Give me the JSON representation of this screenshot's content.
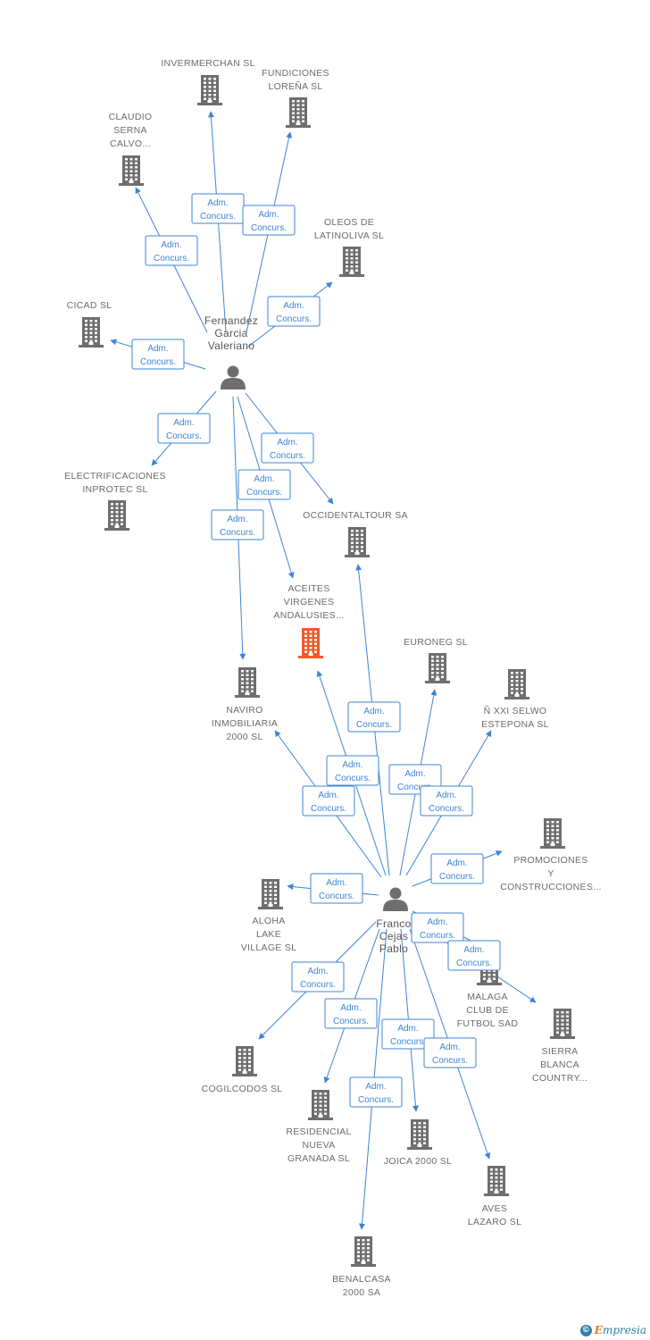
{
  "relation_label": [
    "Adm.",
    "Concurs."
  ],
  "colors": {
    "edge": "#3d84d6",
    "company": "#6e6e6e",
    "highlight": "#f05a28",
    "person": "#6e6e6e"
  },
  "people": [
    {
      "id": "p1",
      "lines": [
        "Fernandez",
        "Garcia",
        "Valeriano"
      ]
    },
    {
      "id": "p2",
      "lines": [
        "Franco",
        "Cejas",
        "Pablo"
      ]
    }
  ],
  "companies": [
    {
      "id": "c_invermerchan",
      "lines": [
        "INVERMERCHAN SL"
      ]
    },
    {
      "id": "c_fundiciones",
      "lines": [
        "FUNDICIONES",
        "LOREÑA SL"
      ]
    },
    {
      "id": "c_claudio",
      "lines": [
        "CLAUDIO",
        "SERNA",
        "CALVO..."
      ]
    },
    {
      "id": "c_oleos",
      "lines": [
        "OLEOS DE",
        "LATINOLIVA SL"
      ]
    },
    {
      "id": "c_cicad",
      "lines": [
        "CICAD SL"
      ]
    },
    {
      "id": "c_electrificaciones",
      "lines": [
        "ELECTRIFICACIONES",
        "INPROTEC SL"
      ]
    },
    {
      "id": "c_occidentaltour",
      "lines": [
        "OCCIDENTALTOUR SA"
      ]
    },
    {
      "id": "c_aceites",
      "lines": [
        "ACEITES",
        "VIRGENES",
        "ANDALUSIES..."
      ],
      "highlight": true
    },
    {
      "id": "c_euroneg",
      "lines": [
        "EURONEG SL"
      ]
    },
    {
      "id": "c_naviro",
      "lines": [
        "NAVIRO",
        "INMOBILIARIA",
        "2000 SL"
      ]
    },
    {
      "id": "c_xxiselwo",
      "lines": [
        "Ñ XXI SELWO",
        "ESTEPONA SL"
      ]
    },
    {
      "id": "c_promociones",
      "lines": [
        "PROMOCIONES",
        "Y",
        "CONSTRUCCIONES..."
      ]
    },
    {
      "id": "c_aloha",
      "lines": [
        "ALOHA",
        "LAKE",
        "VILLAGE SL"
      ]
    },
    {
      "id": "c_malaga",
      "lines": [
        "MALAGA",
        "CLUB DE",
        "FUTBOL SAD"
      ]
    },
    {
      "id": "c_sierra",
      "lines": [
        "SIERRA",
        "BLANCA",
        "COUNTRY..."
      ]
    },
    {
      "id": "c_cogilcodos",
      "lines": [
        "COGILCODOS SL"
      ]
    },
    {
      "id": "c_residencial",
      "lines": [
        "RESIDENCIAL",
        "NUEVA",
        "GRANADA SL"
      ]
    },
    {
      "id": "c_joica",
      "lines": [
        "JOICA 2000 SL"
      ]
    },
    {
      "id": "c_aves",
      "lines": [
        "AVES",
        "LAZARO SL"
      ]
    },
    {
      "id": "c_benalcasa",
      "lines": [
        "BENALCASA",
        "2000 SA"
      ]
    }
  ],
  "footer": {
    "copyright": "©",
    "brand_first": "E",
    "brand_rest": "mpresia"
  }
}
